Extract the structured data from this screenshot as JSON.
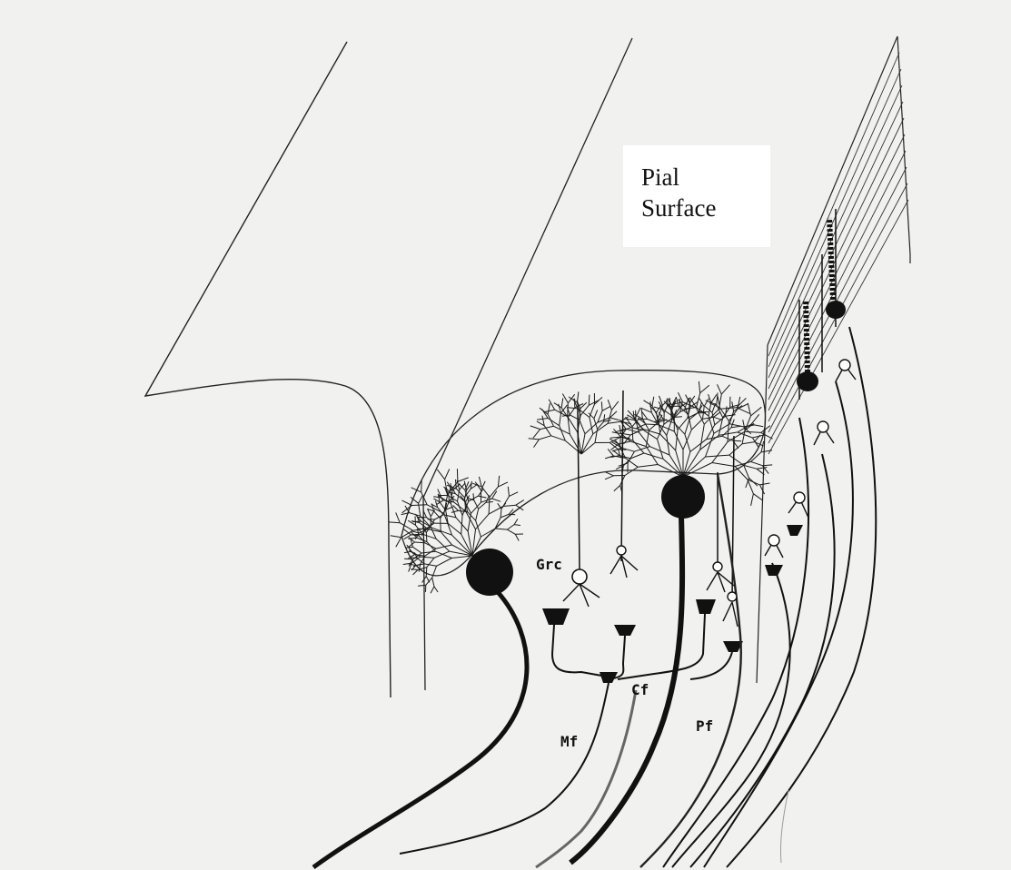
{
  "diagram": {
    "pial_label_line1": "Pial",
    "pial_label_line2": "Surface",
    "fiber_labels": {
      "granule_cell": "Grc",
      "climbing_fiber": "Cf",
      "parallel_fiber": "Pf",
      "mossy_fiber": "Mf"
    }
  },
  "colors": {
    "background": "#f1f1ef",
    "ink": "#111111",
    "label_box": "#ffffff"
  }
}
